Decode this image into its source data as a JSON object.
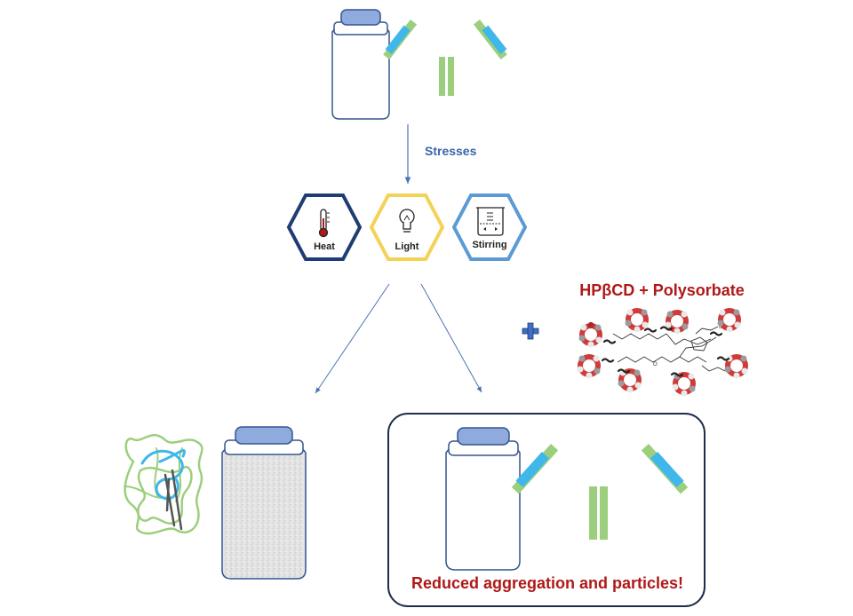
{
  "labels": {
    "stresses": "Stresses",
    "heat": "Heat",
    "light": "Light",
    "stirring": "Stirring",
    "excipients": "HPβCD + Polysorbate",
    "result": "Reduced aggregation and particles!"
  },
  "icons": {
    "vial": "vial-icon",
    "antibody": "antibody-icon",
    "thermometer": "thermometer-icon",
    "lightbulb": "lightbulb-icon",
    "beaker": "stirring-beaker-icon",
    "plus": "plus-icon",
    "cyclodextrin": "cyclodextrin-molecule-icon",
    "aggregate": "protein-aggregate-icon"
  },
  "colors": {
    "arrow": "#4a73b5",
    "stresses_text": "#3a65a8",
    "heat": "#1f3c74",
    "light": "#f3d256",
    "stirring": "#5b9bd5",
    "antibody_green": "#9ccf7d",
    "antibody_blue": "#3fb7ea",
    "vial_cap": "#8faadc",
    "vial_outline": "#34558f",
    "red_text": "#b01818",
    "box_border": "#1e2e4a",
    "plus": "#3f6fc4"
  }
}
